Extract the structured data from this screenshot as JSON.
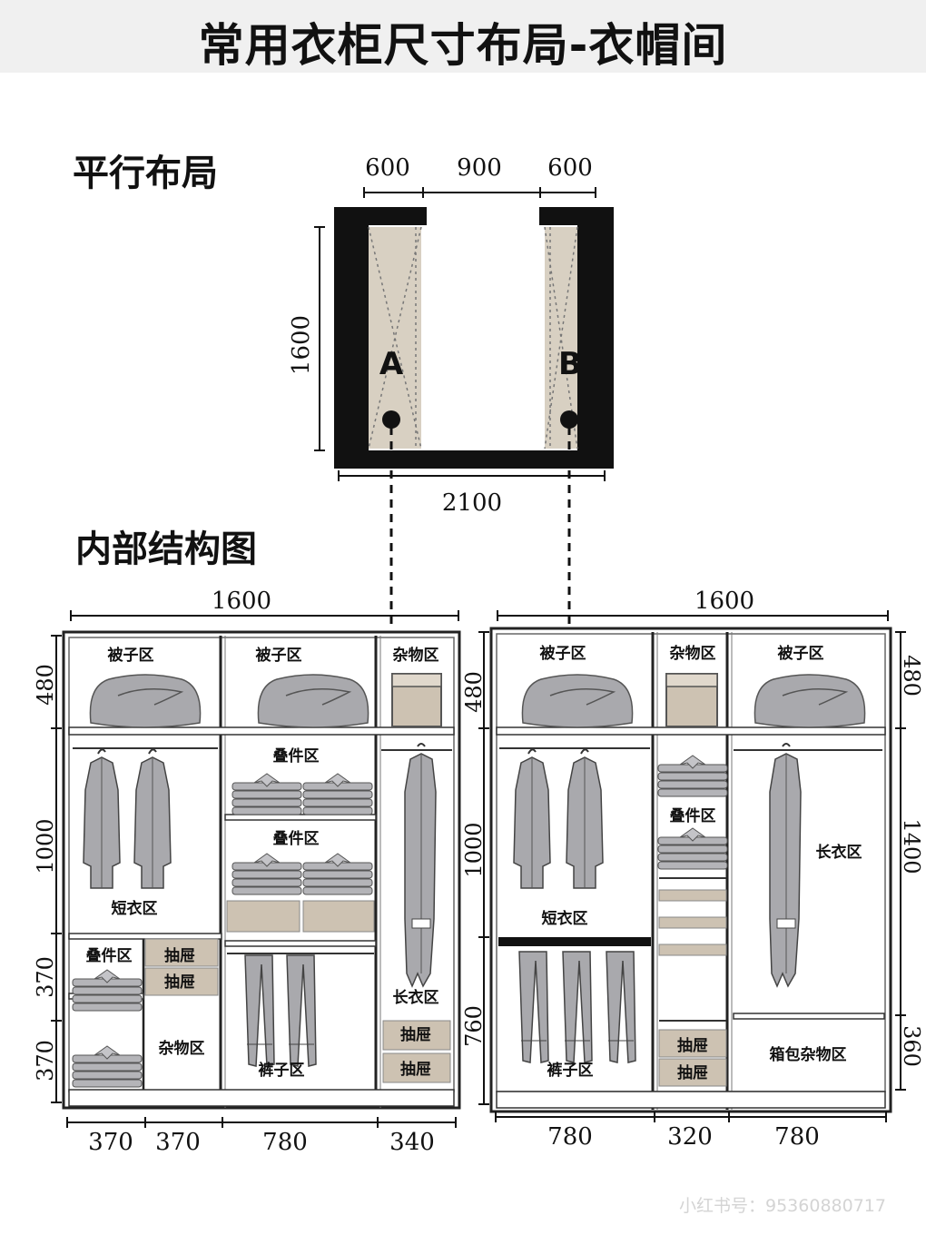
{
  "title": "常用衣柜尺寸布局-衣帽间",
  "sections": {
    "parallel_layout": "平行布局",
    "internal_structure": "内部结构图"
  },
  "plan": {
    "top_dims": [
      "600",
      "900",
      "600"
    ],
    "height_dim": "1600",
    "width_dim": "2100",
    "label_a": "A",
    "label_b": "B"
  },
  "wardrobe_a": {
    "width_total": "1600",
    "left_heights": [
      "480",
      "1000",
      "370",
      "370"
    ],
    "bottom_widths": [
      "370",
      "370",
      "780",
      "340"
    ],
    "zones": {
      "quilt_1": "被子区",
      "quilt_2": "被子区",
      "misc_top": "杂物区",
      "fold_1": "叠件区",
      "fold_2": "叠件区",
      "short_coat": "短衣区",
      "fold_3": "叠件区",
      "drawer_1": "抽屉",
      "drawer_2": "抽屉",
      "misc_mid": "杂物区",
      "trousers": "裤子区",
      "long_coat": "长衣区",
      "drawer_3": "抽屉",
      "drawer_4": "抽屉"
    }
  },
  "wardrobe_b": {
    "width_total": "1600",
    "left_heights": [
      "480",
      "1000",
      "760"
    ],
    "right_heights": [
      "480",
      "1400",
      "360"
    ],
    "bottom_widths": [
      "780",
      "320",
      "780"
    ],
    "zones": {
      "quilt_1": "被子区",
      "misc_top": "杂物区",
      "quilt_2": "被子区",
      "fold": "叠件区",
      "short_coat": "短衣区",
      "long_coat": "长衣区",
      "trousers": "裤子区",
      "drawer_1": "抽屉",
      "drawer_2": "抽屉",
      "bag_misc": "箱包杂物区"
    }
  },
  "watermark": "小红书号：95360880717",
  "colors": {
    "wall": "#111111",
    "floor_fill": "#d8d0c2",
    "garment": "#a9a9ad",
    "drawer": "#cdc2b2",
    "dim_line": "#111111"
  }
}
